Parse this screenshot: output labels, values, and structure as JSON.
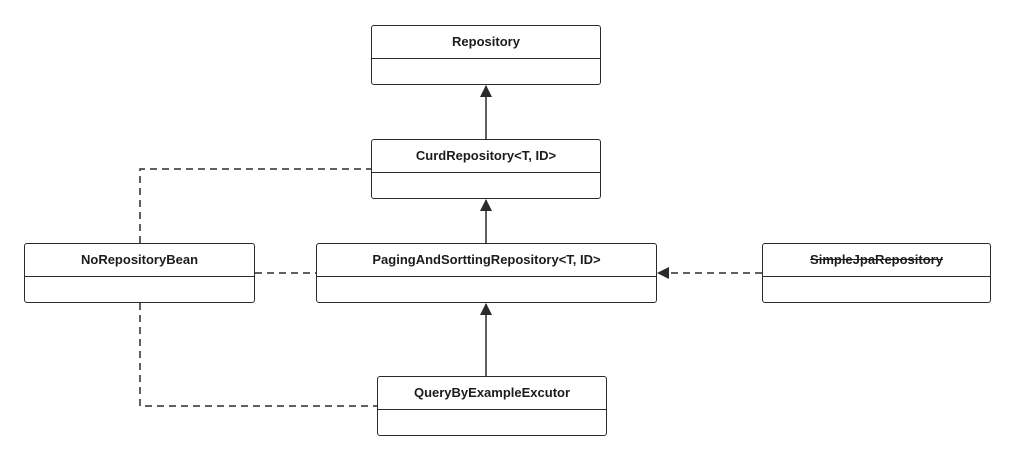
{
  "classes": {
    "repository": {
      "title": "Repository",
      "deprecated": false
    },
    "curd_repository": {
      "title": "CurdRepository<T, ID>",
      "deprecated": false
    },
    "paging_repository": {
      "title": "PagingAndSorttingRepository<T, ID>",
      "deprecated": false
    },
    "no_repository_bean": {
      "title": "NoRepositoryBean",
      "deprecated": false
    },
    "simple_jpa_repository": {
      "title": "SimpleJpaRepository",
      "deprecated": true
    },
    "query_by_example": {
      "title": "QueryByExampleExcutor",
      "deprecated": false
    }
  },
  "relations": [
    {
      "from": "curd_repository",
      "to": "repository",
      "style": "solid",
      "arrow": "open-filled"
    },
    {
      "from": "paging_repository",
      "to": "curd_repository",
      "style": "solid",
      "arrow": "open-filled"
    },
    {
      "from": "query_by_example",
      "to": "paging_repository",
      "style": "solid",
      "arrow": "open-filled"
    },
    {
      "from": "simple_jpa_repository",
      "to": "paging_repository",
      "style": "dashed",
      "arrow": "filled"
    },
    {
      "from": "no_repository_bean",
      "to": "curd_repository",
      "style": "dashed",
      "arrow": "none"
    },
    {
      "from": "no_repository_bean",
      "to": "paging_repository",
      "style": "dashed",
      "arrow": "none"
    },
    {
      "from": "no_repository_bean",
      "to": "query_by_example",
      "style": "dashed",
      "arrow": "none"
    }
  ],
  "colors": {
    "line": "#2b2b2b",
    "text": "#1c1c1c",
    "background": "#ffffff"
  }
}
